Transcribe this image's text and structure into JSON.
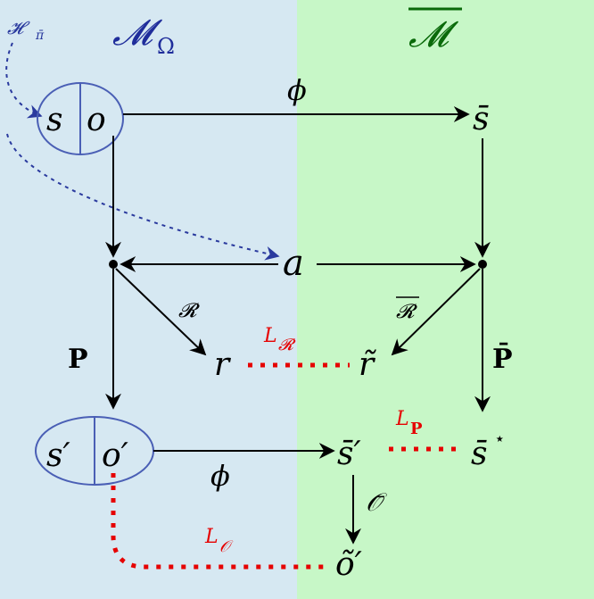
{
  "regions": {
    "left": {
      "title": "𝓜",
      "subscript": "Ω",
      "fill": "#d6e8f2",
      "title_color": "#1f2d9b"
    },
    "right": {
      "title": "𝓜",
      "overline": true,
      "fill": "#c7f7c7",
      "title_color": "#0a6a0a"
    }
  },
  "nodes": {
    "state_s": "s",
    "state_o": "o",
    "abstract_s": "s̄",
    "action": "a",
    "reward": "r",
    "abstract_reward": "r̃",
    "next_s": "s′",
    "next_o": "o′",
    "abstract_next_s": "s̄′",
    "predicted_next_s": "s̄",
    "predicted_next_s_star": "⋆",
    "decoded_o": "õ′"
  },
  "edge_labels": {
    "phi_top": "ϕ",
    "phi_bottom": "ϕ",
    "reward_fn": "𝓡",
    "abstract_reward_fn": "𝓡",
    "transition": "P",
    "abstract_transition": "P̄",
    "decoder": "𝒪̄",
    "history_policy": "𝓗",
    "history_policy_sub": "π̄"
  },
  "losses": {
    "reward_loss": "L",
    "reward_loss_sub": "𝓡",
    "transition_loss": "L",
    "transition_loss_sub": "P",
    "obs_loss": "L",
    "obs_loss_sub": "𝒪",
    "color": "#e60000"
  },
  "colors": {
    "arrow": "#000000",
    "ellipse": "#4a5fb5",
    "history_arrow": "#2a3a9e"
  }
}
